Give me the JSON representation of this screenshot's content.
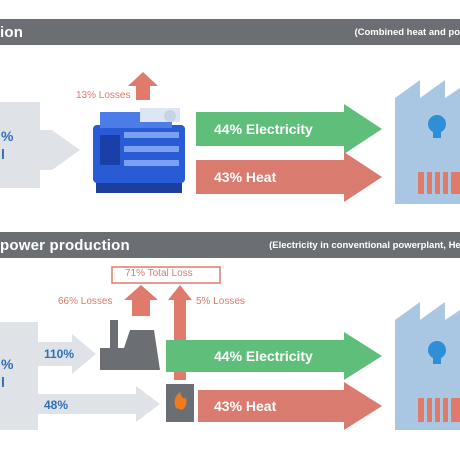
{
  "top": {
    "title": "ion",
    "subtitle": "(Combined heat and po",
    "fuel_left_line1": "%",
    "fuel_left_line2": "l",
    "losses": "13% Losses",
    "electricity": "44% Electricity",
    "heat": "43% Heat"
  },
  "bottom": {
    "title": "power production",
    "subtitle": "(Electricity in conventional powerplant, Hea",
    "fuel_left_line1": "%",
    "fuel_left_line2": "l",
    "input_power": "110%",
    "input_heat": "48%",
    "total_loss": "71% Total Loss",
    "plant_losses": "66% Losses",
    "boiler_losses": "5% Losses",
    "electricity": "44% Electricity",
    "heat": "43% Heat"
  },
  "colors": {
    "band": "#6b6f73",
    "fuel_block": "#dfe3e8",
    "green": "#5fbf7a",
    "red": "#d97b6e",
    "loss_red": "#e07a6a",
    "building": "#a9c7e3",
    "engine_blue": "#2a5bd6"
  },
  "icons": [
    "engine-icon",
    "building-icon",
    "lightbulb-icon",
    "radiator-icon",
    "power-plant-icon",
    "boiler-icon"
  ]
}
